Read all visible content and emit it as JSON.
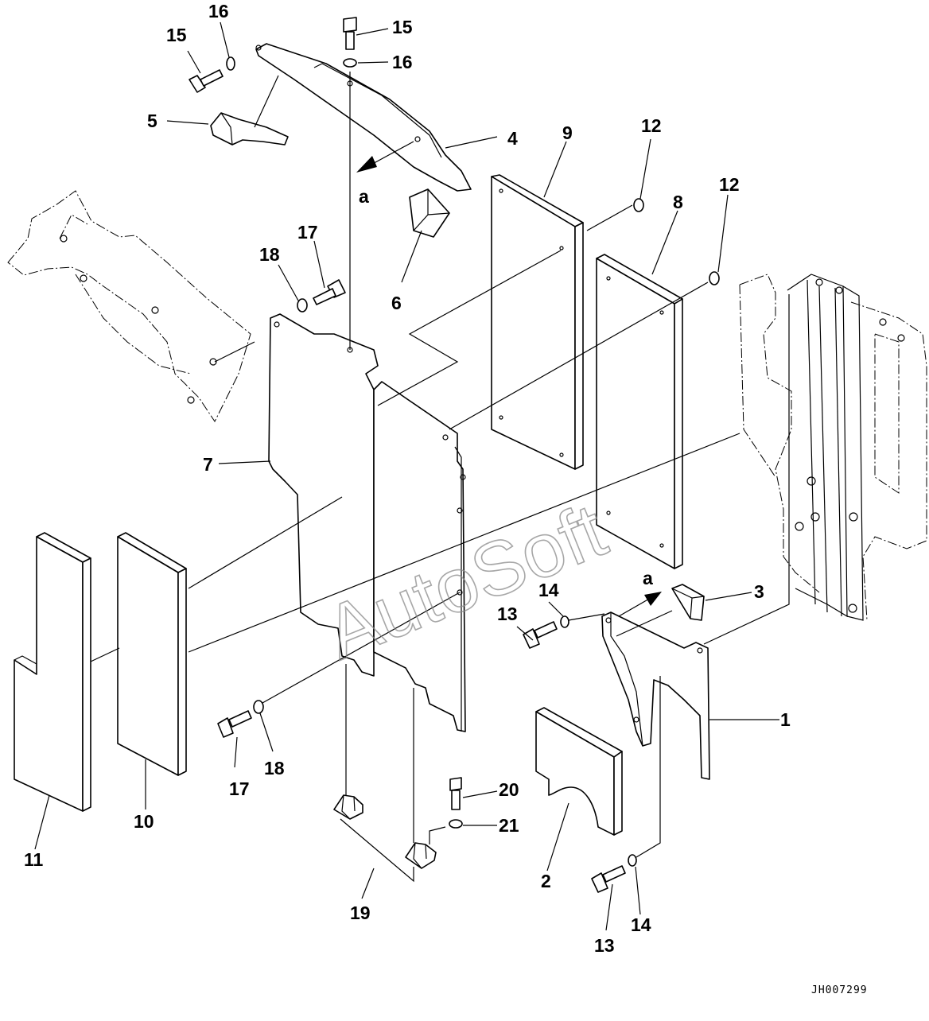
{
  "figure_id": "JH007299",
  "watermark": "AutoSoft",
  "view_marker": "a",
  "callouts": {
    "c1": "1",
    "c2": "2",
    "c3": "3",
    "c4": "4",
    "c5": "5",
    "c6": "6",
    "c7": "7",
    "c8": "8",
    "c9": "9",
    "c10": "10",
    "c11": "11",
    "c12a": "12",
    "c12b": "12",
    "c13a": "13",
    "c13b": "13",
    "c14a": "14",
    "c14b": "14",
    "c15a": "15",
    "c15b": "15",
    "c16a": "16",
    "c16b": "16",
    "c17a": "17",
    "c17b": "17",
    "c18a": "18",
    "c18b": "18",
    "c19": "19",
    "c20": "20",
    "c21": "21"
  }
}
